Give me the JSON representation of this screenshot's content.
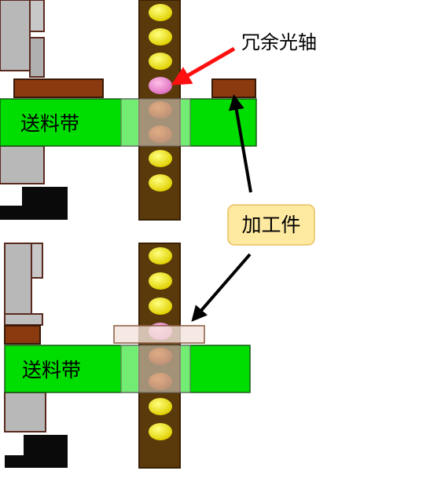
{
  "labels": {
    "redundant_beam": "冗余光轴",
    "workpiece": "加工件",
    "conveyor_top": "送料带",
    "conveyor_bottom": "送料带"
  },
  "colors": {
    "conveyor": "#00dd00",
    "beam_column": "#5a3a0a",
    "ball_on": "#f0f000",
    "ball_off": "#b05010",
    "ball_redundant": "#ee88cc",
    "workpiece_top": "#8b3a10",
    "workpiece_bottom": "#f4e4dc",
    "callout_fill": "#fde9a0",
    "callout_stroke": "#e8c060",
    "red_arrow": "#ff1010",
    "machine_gray": "#b8b8b8",
    "machine_black": "#0a0a0a"
  },
  "top_panel": {
    "beam_states": [
      "on",
      "on",
      "on",
      "redundant",
      "off",
      "off",
      "on",
      "on"
    ]
  },
  "bottom_panel": {
    "beam_states": [
      "on",
      "on",
      "on",
      "redundant",
      "off",
      "off",
      "on",
      "on"
    ]
  }
}
